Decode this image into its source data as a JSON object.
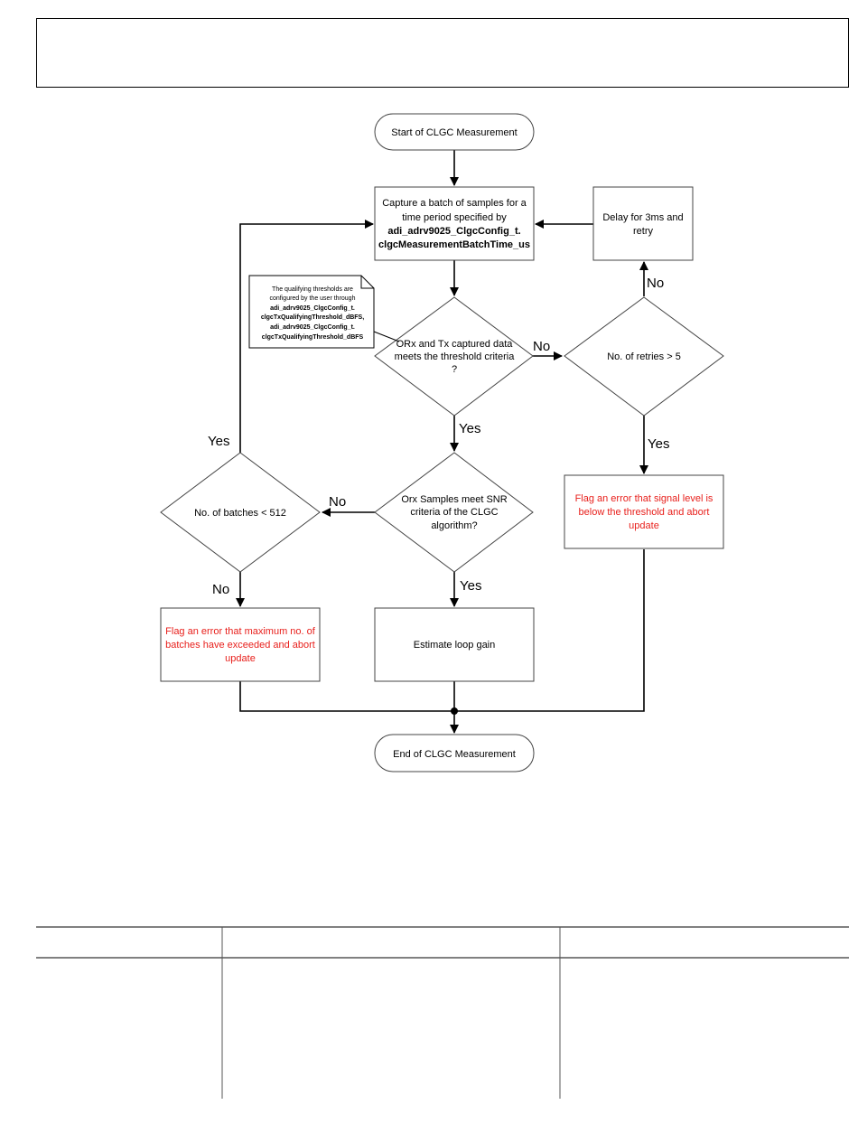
{
  "flowchart": {
    "start_label": "Start of CLGC Measurement",
    "end_label": "End of CLGC Measurement",
    "capture": {
      "line1": "Capture a batch of samples for a",
      "line2": "time period specified by",
      "line3": "adi_adrv9025_ClgcConfig_t.",
      "line4": "clgcMeasurementBatchTime_us"
    },
    "delay": {
      "line1": "Delay for 3ms and",
      "line2": "retry"
    },
    "threshold_decision": {
      "line1": "ORx and Tx captured data",
      "line2": "meets the threshold criteria",
      "line3": "?"
    },
    "retries_decision": "No. of retries > 5",
    "snr_decision": {
      "line1": "Orx Samples meet SNR",
      "line2": "criteria of the CLGC",
      "line3": "algorithm?"
    },
    "batches_decision": "No. of batches < 512",
    "signal_error": {
      "line1": "Flag an error that signal level is",
      "line2": "below the threshold and abort",
      "line3": "update"
    },
    "batch_error": {
      "line1": "Flag an error that maximum no. of",
      "line2": "batches have exceeded and abort",
      "line3": "update"
    },
    "estimate": "Estimate loop gain",
    "note": {
      "line1": "The qualifying thresholds are",
      "line2": "configured by the user through",
      "line3": "adi_adrv9025_ClgcConfig_t.",
      "line4": "clgcTxQualifyingThreshold_dBFS,",
      "line5": "adi_adrv9025_ClgcConfig_t.",
      "line6": "clgcTxQualifyingThreshold_dBFS"
    },
    "labels": {
      "no_threshold": "No",
      "yes_threshold": "Yes",
      "no_retries": "No",
      "yes_retries": "Yes",
      "no_snr": "No",
      "yes_snr": "Yes",
      "yes_batches": "Yes",
      "no_batches": "No"
    }
  },
  "colors": {
    "error_text": "#e8201c",
    "stroke": "#000000"
  }
}
